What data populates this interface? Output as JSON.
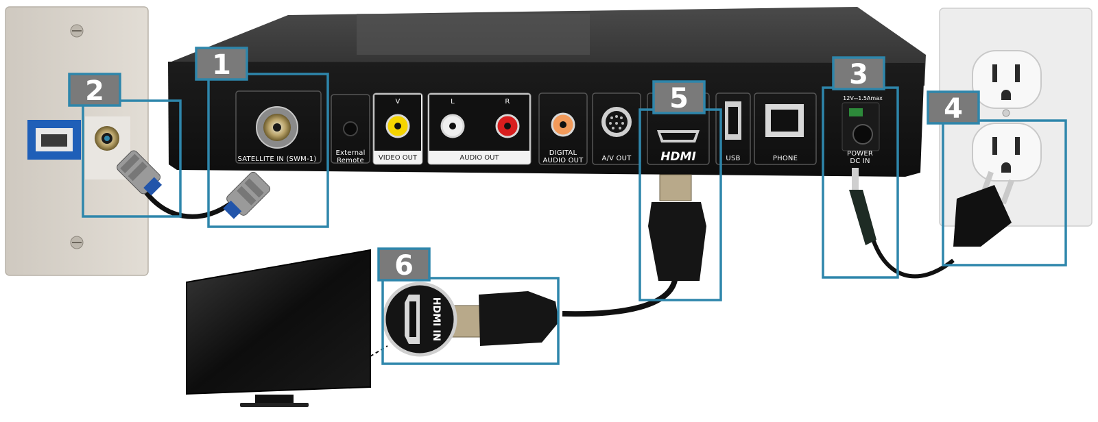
{
  "receiver": {
    "port_labels": {
      "satellite_in": "SATELLITE IN (SWM-1)",
      "external_remote_1": "External",
      "external_remote_2": "Remote",
      "video_out": "VIDEO OUT",
      "video_v": "V",
      "audio_out": "AUDIO OUT",
      "audio_l": "L",
      "audio_r": "R",
      "digital_audio_1": "DIGITAL",
      "digital_audio_2": "AUDIO OUT",
      "av_out": "A/V OUT",
      "hdmi": "HDMI",
      "usb": "USB",
      "phone": "PHONE",
      "power_1": "POWER",
      "power_2": "DC IN",
      "power_rating": "12V⎓1.5Amax"
    }
  },
  "tv_port_label": "HDMI IN",
  "callouts": [
    "1",
    "2",
    "3",
    "4",
    "5",
    "6"
  ],
  "colors": {
    "accent": "#2e86ab",
    "badge": "#7a7a7a",
    "receiver_body": "#2a2a2a",
    "wall_plate": "#d8d3cb",
    "outlet_plate": "#ededed"
  }
}
